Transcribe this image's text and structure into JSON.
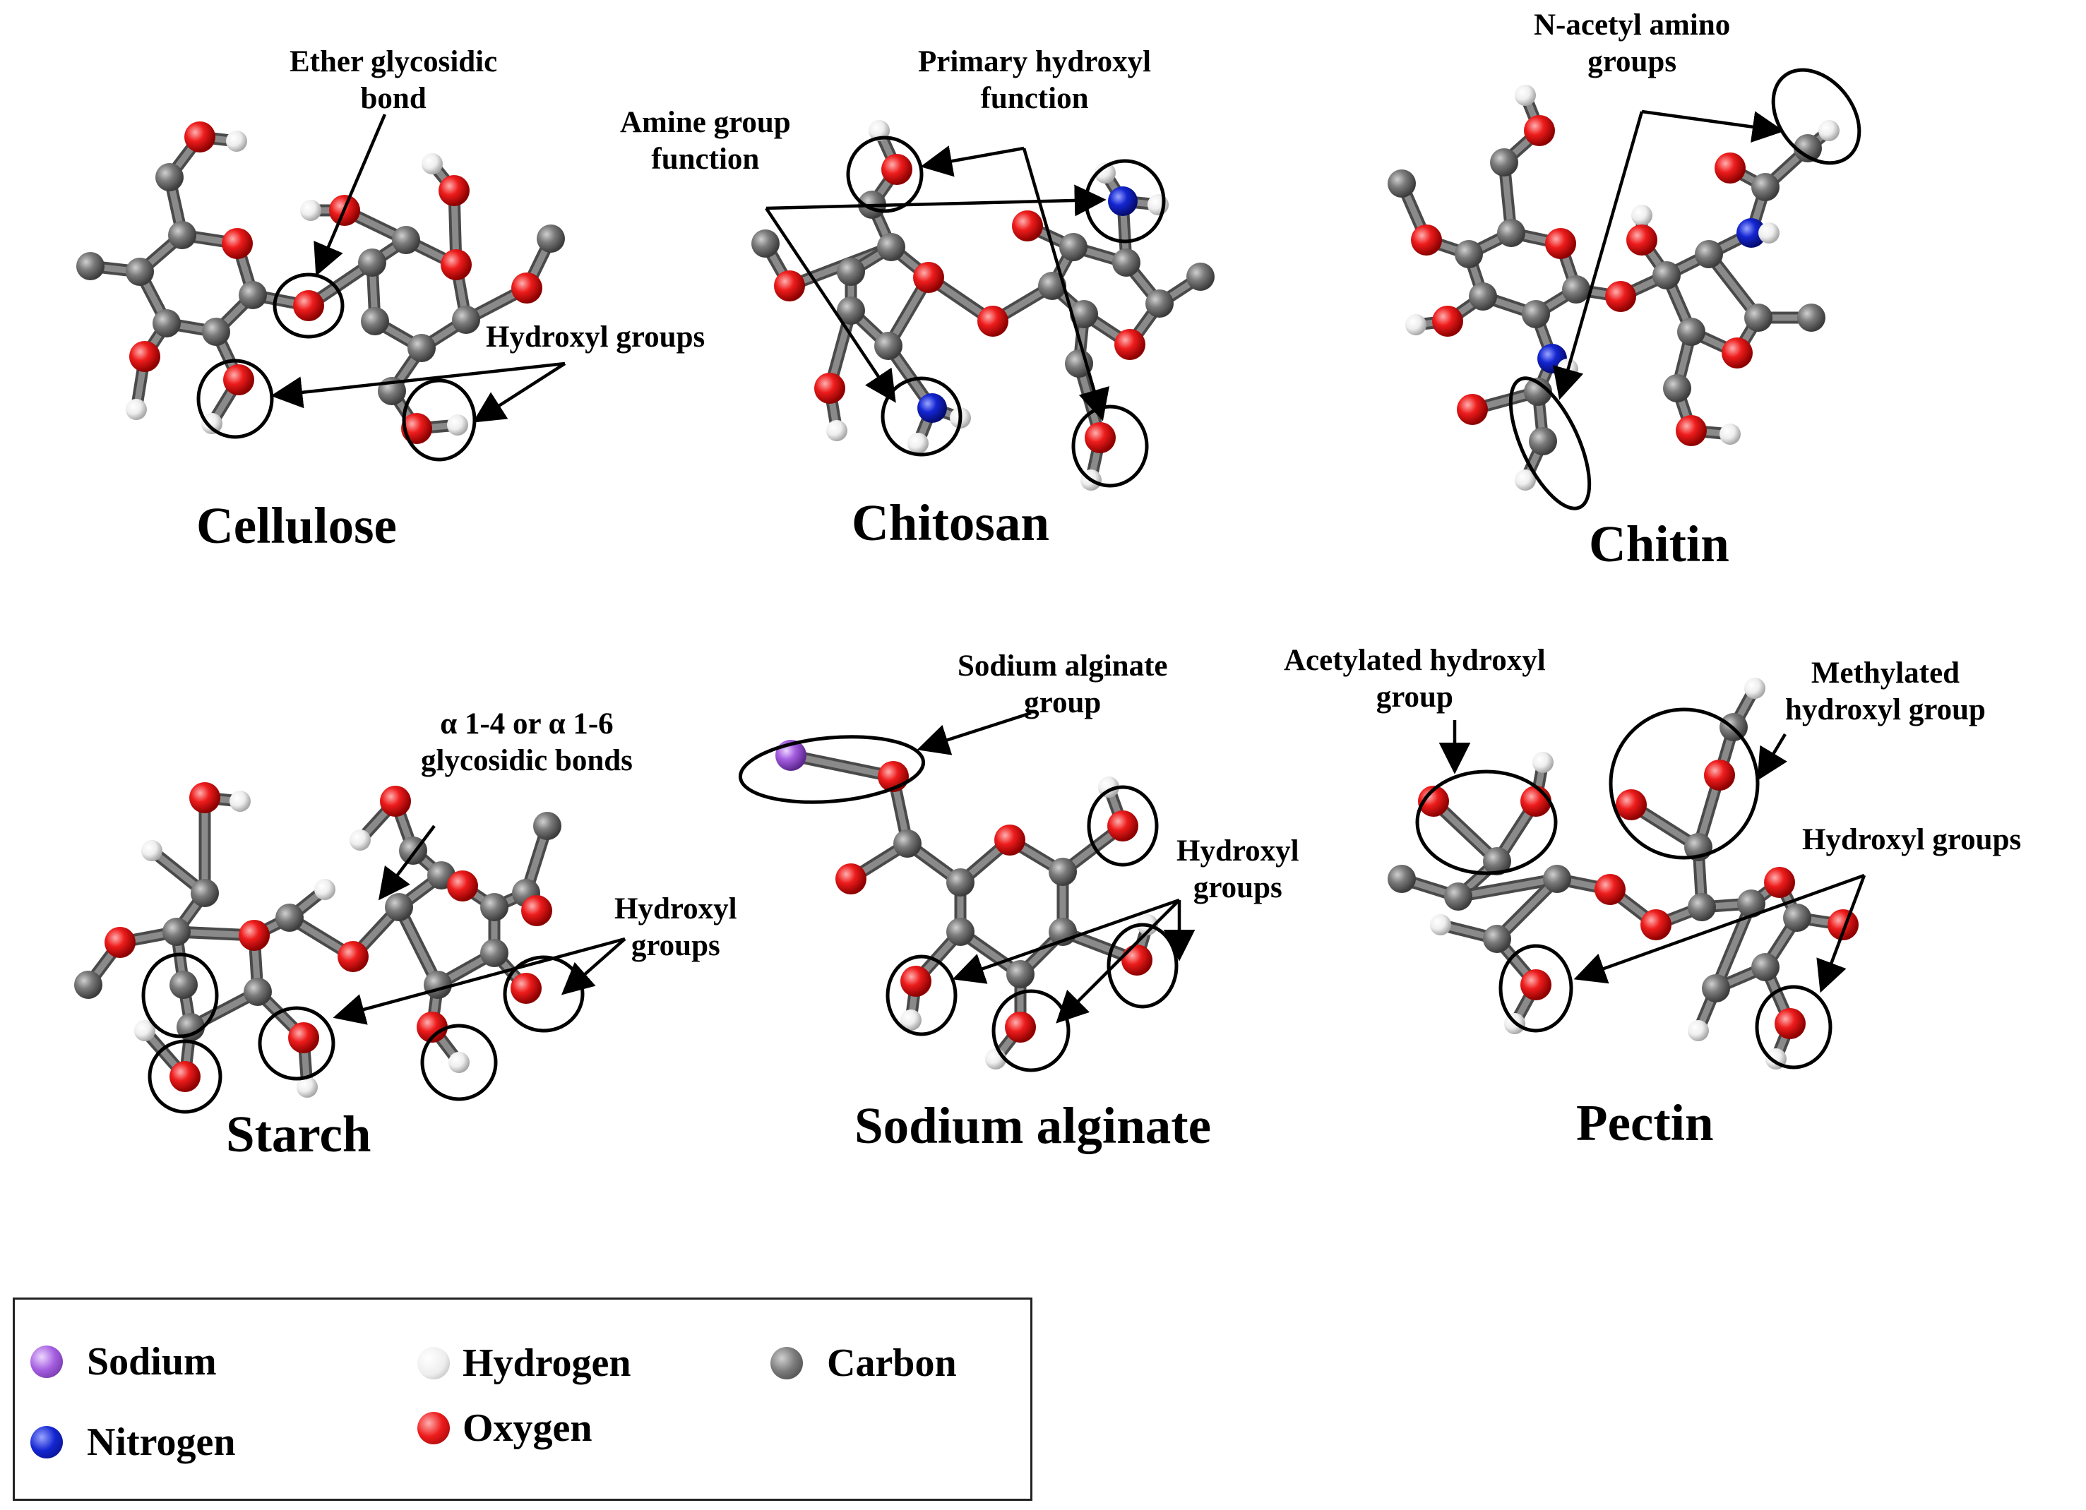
{
  "molecules": {
    "cellulose": {
      "name": "Cellulose",
      "annotations": {
        "ether_bond": "Ether glycosidic\nbond",
        "hydroxyl": "Hydroxyl groups"
      }
    },
    "chitosan": {
      "name": "Chitosan",
      "annotations": {
        "amine": "Amine group\nfunction",
        "primary_hydroxyl": "Primary hydroxyl\nfunction"
      }
    },
    "chitin": {
      "name": "Chitin",
      "annotations": {
        "n_acetyl": "N-acetyl amino\ngroups"
      }
    },
    "starch": {
      "name": "Starch",
      "annotations": {
        "glycosidic": "α 1-4 or α 1-6\nglycosidic bonds",
        "hydroxyl": "Hydroxyl\ngroups"
      }
    },
    "sodium_alginate": {
      "name": "Sodium alginate",
      "annotations": {
        "sodium_group": "Sodium alginate\ngroup",
        "hydroxyl": "Hydroxyl\ngroups"
      }
    },
    "pectin": {
      "name": "Pectin",
      "annotations": {
        "acetylated": "Acetylated hydroxyl\ngroup",
        "methylated": "Methylated\nhydroxyl group",
        "hydroxyl": "Hydroxyl groups"
      }
    }
  },
  "legend": {
    "sodium": {
      "label": "Sodium",
      "color": "#9b59d6"
    },
    "nitrogen": {
      "label": "Nitrogen",
      "color": "#1426c8"
    },
    "hydrogen": {
      "label": "Hydrogen",
      "color": "#eeeeee"
    },
    "oxygen": {
      "label": "Oxygen",
      "color": "#e8151b"
    },
    "carbon": {
      "label": "Carbon",
      "color": "#6d6d6d"
    }
  }
}
